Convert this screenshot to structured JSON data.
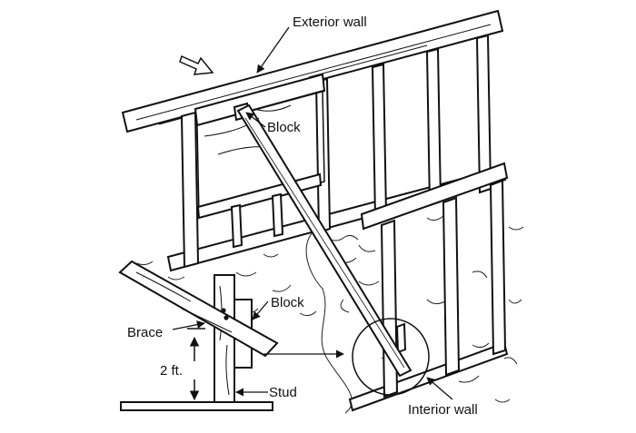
{
  "labels": {
    "exterior_wall": "Exterior wall",
    "block_top": "Block",
    "block_detail": "Block",
    "brace": "Brace",
    "height": "2 ft.",
    "stud": "Stud",
    "interior_wall": "Interior wall"
  },
  "colors": {
    "ink": "#111111",
    "paper": "#ffffff",
    "wood": "#ffffff"
  }
}
